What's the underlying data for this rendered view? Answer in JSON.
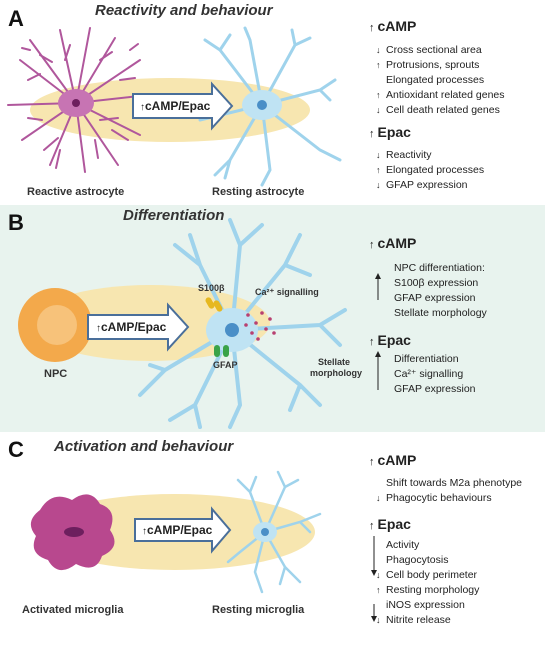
{
  "panel_a": {
    "letter": "A",
    "title": "Reactivity and behaviour",
    "arrow_label": "cAMP/Epac",
    "left_caption": "Reactive astrocyte",
    "right_caption": "Resting astrocyte",
    "camp_heading": "cAMP",
    "camp_items": [
      {
        "dir": "↓",
        "text": "Cross sectional area"
      },
      {
        "dir": "↑",
        "text": "Protrusions, sprouts"
      },
      {
        "dir": "",
        "text": "Elongated processes"
      },
      {
        "dir": "↑",
        "text": "Antioxidant related genes"
      },
      {
        "dir": "↓",
        "text": "Cell death related genes"
      }
    ],
    "epac_heading": "Epac",
    "epac_items": [
      {
        "dir": "↓",
        "text": "Reactivity"
      },
      {
        "dir": "↑",
        "text": "Elongated processes"
      },
      {
        "dir": "↓",
        "text": "GFAP expression"
      }
    ]
  },
  "panel_b": {
    "letter": "B",
    "title": "Differentiation",
    "arrow_label": "cAMP/Epac",
    "npc_label": "NPC",
    "s100_label": "S100β",
    "ca_label": "Ca²⁺ signalling",
    "gfap_label": "GFAP",
    "stellate_label_1": "Stellate",
    "stellate_label_2": "morphology",
    "camp_heading": "cAMP",
    "camp_items": [
      {
        "dir": "",
        "text": "NPC differentiation:"
      },
      {
        "dir": "",
        "text": "S100β expression"
      },
      {
        "dir": "",
        "text": "GFAP expression"
      },
      {
        "dir": "",
        "text": "Stellate morphology"
      }
    ],
    "epac_heading": "Epac",
    "epac_items": [
      {
        "dir": "",
        "text": "Differentiation"
      },
      {
        "dir": "",
        "text": "Ca²⁺ signalling"
      },
      {
        "dir": "",
        "text": "GFAP expression"
      }
    ]
  },
  "panel_c": {
    "letter": "C",
    "title": "Activation and behaviour",
    "arrow_label": "cAMP/Epac",
    "left_caption": "Activated microglia",
    "right_caption": "Resting microglia",
    "camp_heading": "cAMP",
    "camp_items": [
      {
        "dir": "",
        "text": "Shift towards M2a phenotype"
      },
      {
        "dir": "↓",
        "text": "Phagocytic behaviours"
      }
    ],
    "epac_heading": "Epac",
    "epac_items": [
      {
        "dir": "",
        "text": "Activity"
      },
      {
        "dir": "",
        "text": "Phagocytosis"
      },
      {
        "dir": "↓",
        "text": "Cell body perimeter"
      },
      {
        "dir": "↑",
        "text": "Resting morphology"
      },
      {
        "dir": "",
        "text": "iNOS expression"
      },
      {
        "dir": "↓",
        "text": "Nitrite release"
      }
    ]
  },
  "colors": {
    "astro_reactive": "#b0579c",
    "astro_resting": "#9fd3ec",
    "glow": "#f7e6b0",
    "panel_b_bg": "#e8f3ee",
    "npc": "#f3a94b",
    "microglia": "#b8488e"
  }
}
